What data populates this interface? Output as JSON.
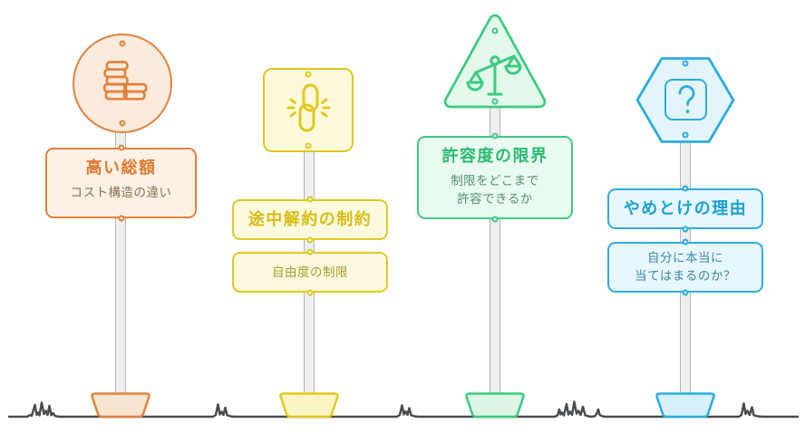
{
  "diagram": {
    "kind": "signpost-infographic",
    "background": "#ffffff",
    "ground_color": "#4a4d4f",
    "post_fill": "#efefef",
    "post_border": "#b4b4b4"
  },
  "signs": [
    {
      "id": "high-total-cost",
      "shape": "circle",
      "icon": "coins-icon",
      "title": "高い総額",
      "subtitle": "コスト構造の違い",
      "colors": {
        "stroke": "#e0823d",
        "fill": "#fcebdc",
        "title": "#de7b31",
        "subtitle": "#8b6f52",
        "base_fill": "#fae4d2"
      }
    },
    {
      "id": "mid-term-cancellation-restrictions",
      "shape": "rounded-square",
      "icon": "broken-chain-icon",
      "title": "途中解約の制約",
      "subtitle": "自由度の制限",
      "colors": {
        "stroke": "#e0c91f",
        "fill": "#fcf8da",
        "title": "#d6be14",
        "subtitle": "#a69d33",
        "base_fill": "#faf5c5"
      }
    },
    {
      "id": "tolerance-limit",
      "shape": "triangle",
      "icon": "scales-icon",
      "title": "許容度の限界",
      "subtitle_lines": [
        "制限をどこまで",
        "許容できるか"
      ],
      "colors": {
        "stroke": "#3ccb80",
        "fill": "#e4f8ec",
        "title": "#2abb71",
        "subtitle": "#55906c",
        "base_fill": "#dcf5e6"
      }
    },
    {
      "id": "reasons-to-avoid",
      "shape": "hexagon",
      "icon": "question-icon",
      "title": "やめとけの理由",
      "subtitle_lines": [
        "自分に本当に",
        "当てはまるのか？"
      ],
      "colors": {
        "stroke": "#2cacdf",
        "fill": "#e3f4fb",
        "title": "#19a0d8",
        "subtitle": "#3b87a8",
        "base_fill": "#d8f0fa"
      }
    }
  ]
}
